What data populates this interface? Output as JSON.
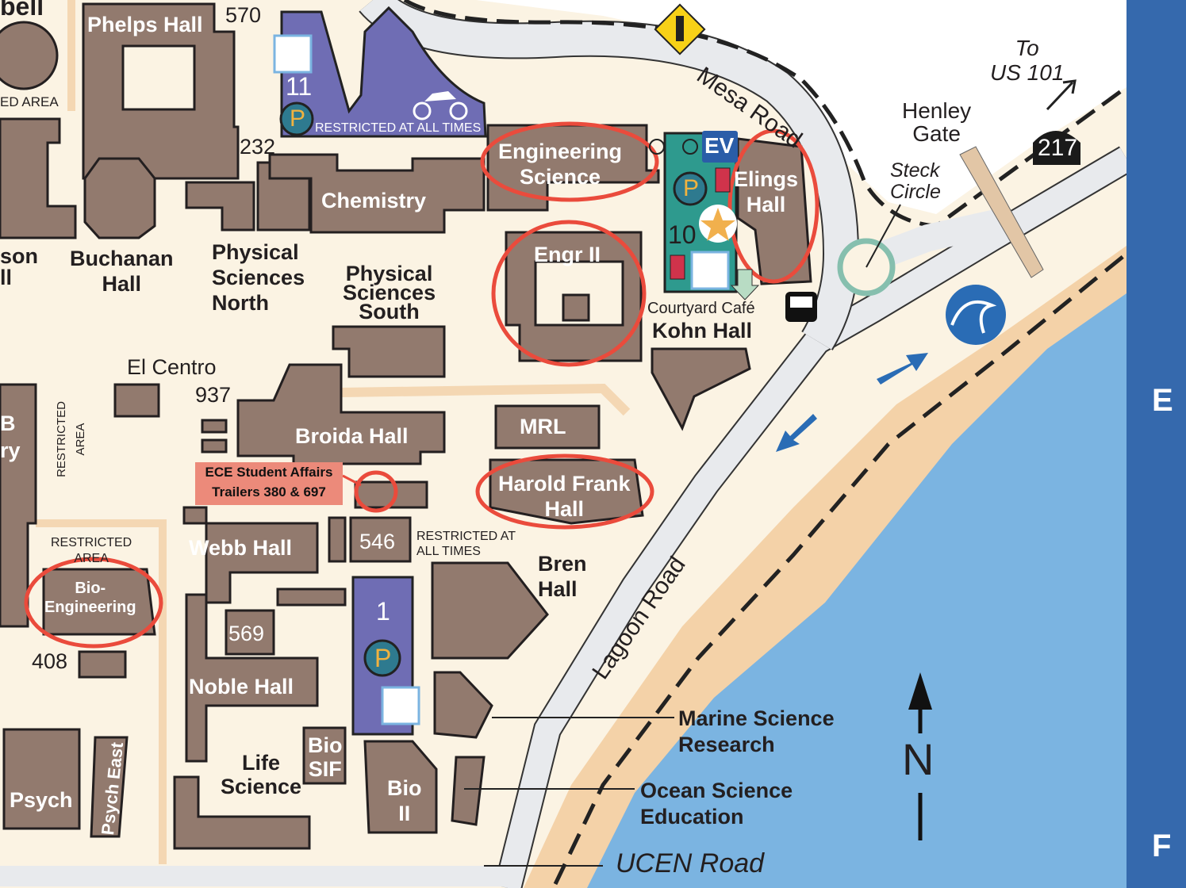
{
  "map": {
    "colors": {
      "ground": "#fbf3e3",
      "building": "#927a6e",
      "road": "#e8eaed",
      "ocean": "#7bb4e1",
      "sand": "#f4d2a8",
      "grid_strip": "#3569ad",
      "parking_purple": "#6f6db4",
      "parking_teal": "#2e9a8e",
      "highlight": "#ea4b3c"
    },
    "grid_labels": [
      "E",
      "F"
    ],
    "buildings": {
      "campbell_partial": "bell",
      "phelps": "Phelps Hall",
      "buchanan": "Buchanan\nHall",
      "ellison_partial": "son\nll",
      "psn": "Physical\nSciences\nNorth",
      "pss": "Physical\nSciences\nSouth",
      "chemistry": "Chemistry",
      "engineering_science": "Engineering\nScience",
      "engr2": "Engr II",
      "elings": "Elings\nHall",
      "kohn": "Kohn Hall",
      "courtyard_cafe": "Courtyard Café",
      "el_centro": "El Centro",
      "broida": "Broida Hall",
      "mrl": "MRL",
      "harold_frank": "Harold Frank\nHall",
      "webb": "Webb Hall",
      "bren": "Bren\nHall",
      "bioengineering": "Bio-\nEngineering",
      "noble": "Noble Hall",
      "life_science": "Life\nScience",
      "bio_sif": "Bio\nSIF",
      "bio_ii": "Bio\nII",
      "psych": "Psych",
      "psych_east": "Psych East",
      "library_partial": "B\nry",
      "marine_science": "Marine Science\nResearch",
      "ocean_science": "Ocean Science\nEducation"
    },
    "numbers": {
      "n570": "570",
      "n232": "232",
      "n937": "937",
      "n546": "546",
      "n569": "569",
      "n408": "408",
      "lot11": "11",
      "lot10": "10",
      "lot1": "1",
      "hwy": "217"
    },
    "areas": {
      "restricted_area_top": "ED AREA",
      "restricted_vertical": "RESTRICTED\nAREA",
      "restricted_bio": "RESTRICTED\nAREA",
      "restricted_all_times_lot11": "RESTRICTED AT ALL TIMES",
      "restricted_all_times_546": "RESTRICTED AT\nALL TIMES"
    },
    "ece_note": {
      "line1": "ECE Student Affairs",
      "line2": "Trailers 380 & 697"
    },
    "roads": {
      "mesa": "Mesa Road",
      "lagoon": "Lagoon Road",
      "ucen": "UCEN Road",
      "steck": "Steck\nCircle",
      "henley": "Henley\nGate",
      "to_us101": "To\nUS 101"
    },
    "icons": {
      "parking": "P",
      "ev": "EV",
      "north": "N"
    }
  }
}
